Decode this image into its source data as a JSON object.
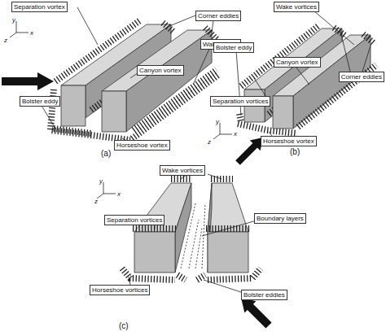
{
  "diagram": {
    "nodes": [
      {
        "text": [
          "Separation vortex"
        ]
      },
      {
        "text": [
          "Corner eddies"
        ]
      },
      {
        "text": [
          "Wake vortex"
        ]
      },
      {
        "text": [
          "Canyon vortex"
        ]
      },
      {
        "text": [
          "Bolster eddy"
        ]
      },
      {
        "text": [
          "Horseshoe vortex"
        ]
      },
      {
        "text": [
          "Wake vortices"
        ]
      },
      {
        "text": [
          "Bolster eddy"
        ]
      },
      {
        "text": [
          "Canyon vortex"
        ]
      },
      {
        "text": [
          "Corner eddies"
        ]
      },
      {
        "text": [
          "Separation vortices"
        ]
      },
      {
        "text": [
          "Horseshoe vortex"
        ]
      },
      {
        "text": [
          "Wake vortices"
        ]
      },
      {
        "text": [
          "Separation vortices"
        ]
      },
      {
        "text": [
          "Boundary layers"
        ]
      },
      {
        "text": [
          "Horseshoe vortices"
        ]
      },
      {
        "text": [
          "Bolster eddies"
        ]
      }
    ],
    "labels": [
      "(a)",
      "y",
      "z",
      "x",
      "(b)",
      "y",
      "x",
      "z",
      "(c)",
      "y",
      "z",
      "x"
    ]
  }
}
